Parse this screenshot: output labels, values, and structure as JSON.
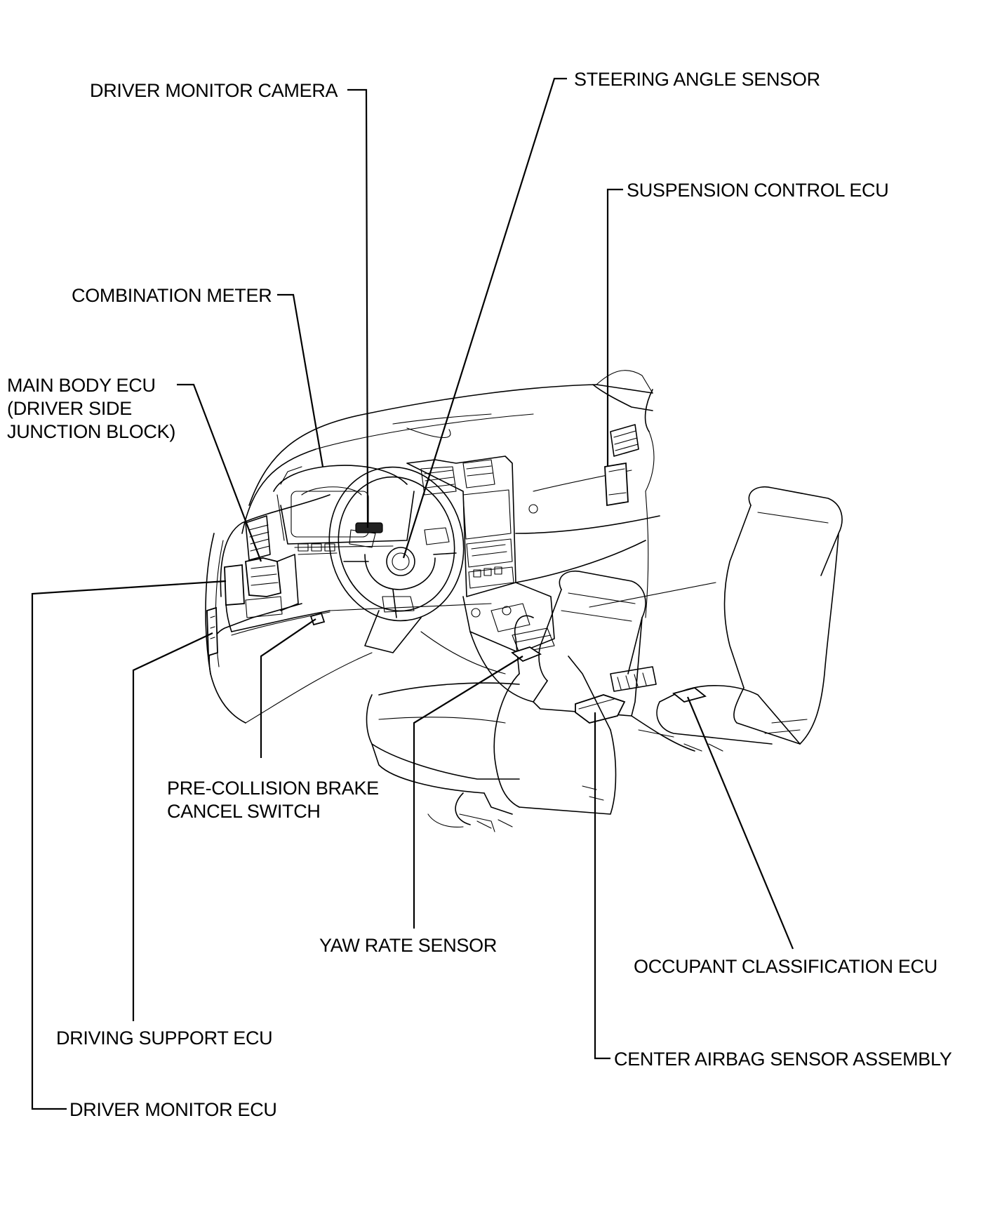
{
  "labels": {
    "driver_monitor_camera": "DRIVER MONITOR CAMERA",
    "steering_angle_sensor": "STEERING ANGLE SENSOR",
    "suspension_control_ecu": "SUSPENSION CONTROL ECU",
    "combination_meter": "COMBINATION METER",
    "main_body_ecu": [
      "MAIN BODY ECU",
      "(DRIVER SIDE",
      "JUNCTION BLOCK)"
    ],
    "pre_collision_brake_cancel_switch": [
      "PRE-COLLISION BRAKE",
      "CANCEL SWITCH"
    ],
    "yaw_rate_sensor": "YAW RATE SENSOR",
    "occupant_classification_ecu": "OCCUPANT CLASSIFICATION ECU",
    "driving_support_ecu": "DRIVING SUPPORT ECU",
    "center_airbag_sensor_assembly": "CENTER AIRBAG SENSOR ASSEMBLY",
    "driver_monitor_ecu": "DRIVER MONITOR ECU"
  }
}
